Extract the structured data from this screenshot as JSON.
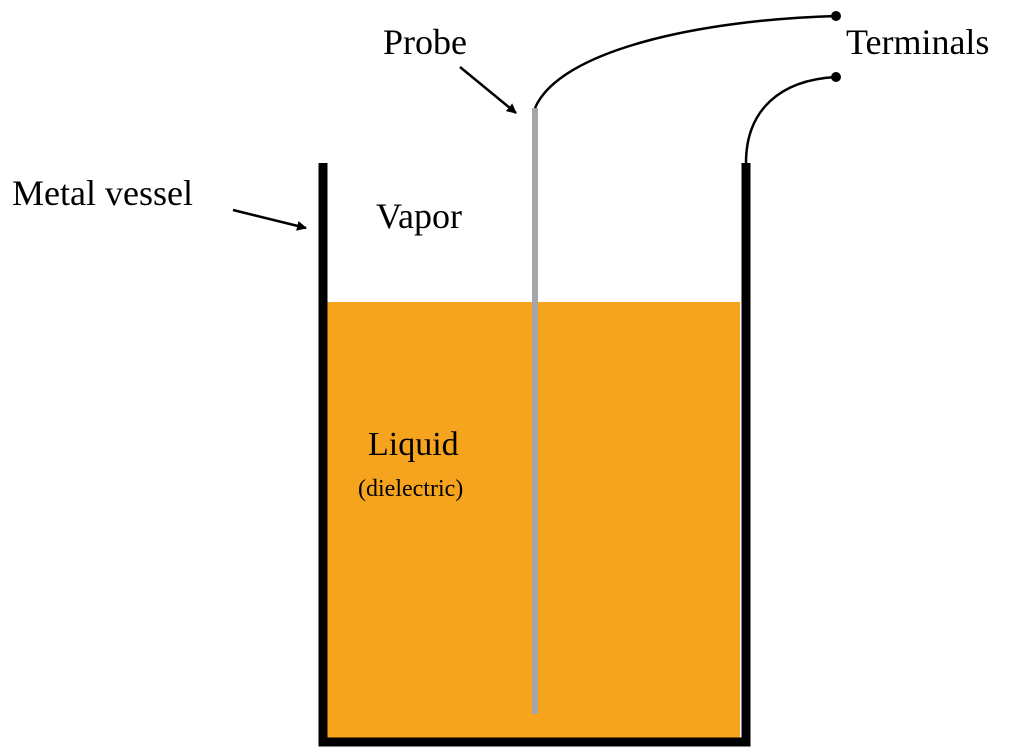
{
  "labels": {
    "probe": "Probe",
    "terminals": "Terminals",
    "metal_vessel": "Metal vessel",
    "vapor": "Vapor",
    "liquid": "Liquid",
    "dielectric": "(dielectric)"
  },
  "colors": {
    "liquid": "#F6A41E",
    "probe": "#A6A6A6",
    "vessel": "#000000"
  }
}
